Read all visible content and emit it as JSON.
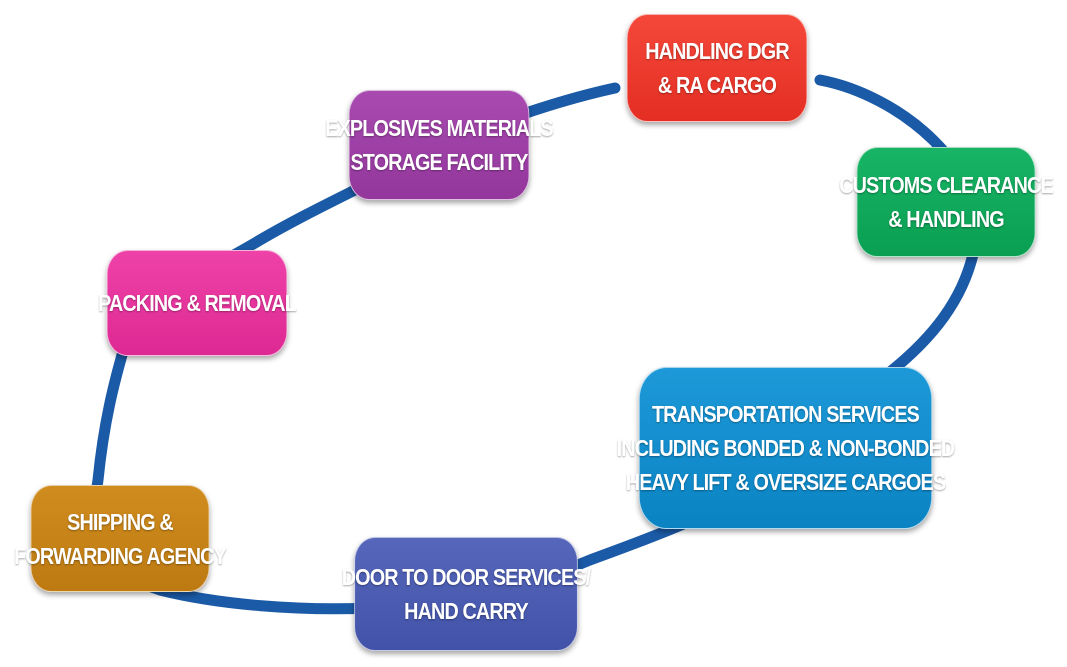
{
  "diagram": {
    "type": "cycle",
    "colors": {
      "ring": "#1b5aa6"
    },
    "nodes": [
      {
        "id": "dgr",
        "lines": [
          "HANDLING DGR",
          "& RA CARGO"
        ],
        "color": "#e9352a"
      },
      {
        "id": "customs",
        "lines": [
          "CUSTOMS CLEARANCE",
          "& HANDLING"
        ],
        "color": "#10a95c"
      },
      {
        "id": "trans",
        "lines": [
          "TRANSPORTATION SERVICES",
          "INCLUDING BONDED & NON-BONDED",
          "HEAVY LIFT & OVERSIZE CARGOES"
        ],
        "color": "#138ecf"
      },
      {
        "id": "door",
        "lines": [
          "DOOR TO DOOR SERVICES/",
          "HAND CARRY"
        ],
        "color": "#4a5bb1"
      },
      {
        "id": "ship",
        "lines": [
          "SHIPPING &",
          "FORWARDING AGENCY"
        ],
        "color": "#c68318"
      },
      {
        "id": "pack",
        "lines": [
          "PACKING & REMOVAL"
        ],
        "color": "#e6339d"
      },
      {
        "id": "expl",
        "lines": [
          "EXPLOSIVES MATERIALS",
          "STORAGE FACILITY"
        ],
        "color": "#9d40a5"
      }
    ]
  }
}
